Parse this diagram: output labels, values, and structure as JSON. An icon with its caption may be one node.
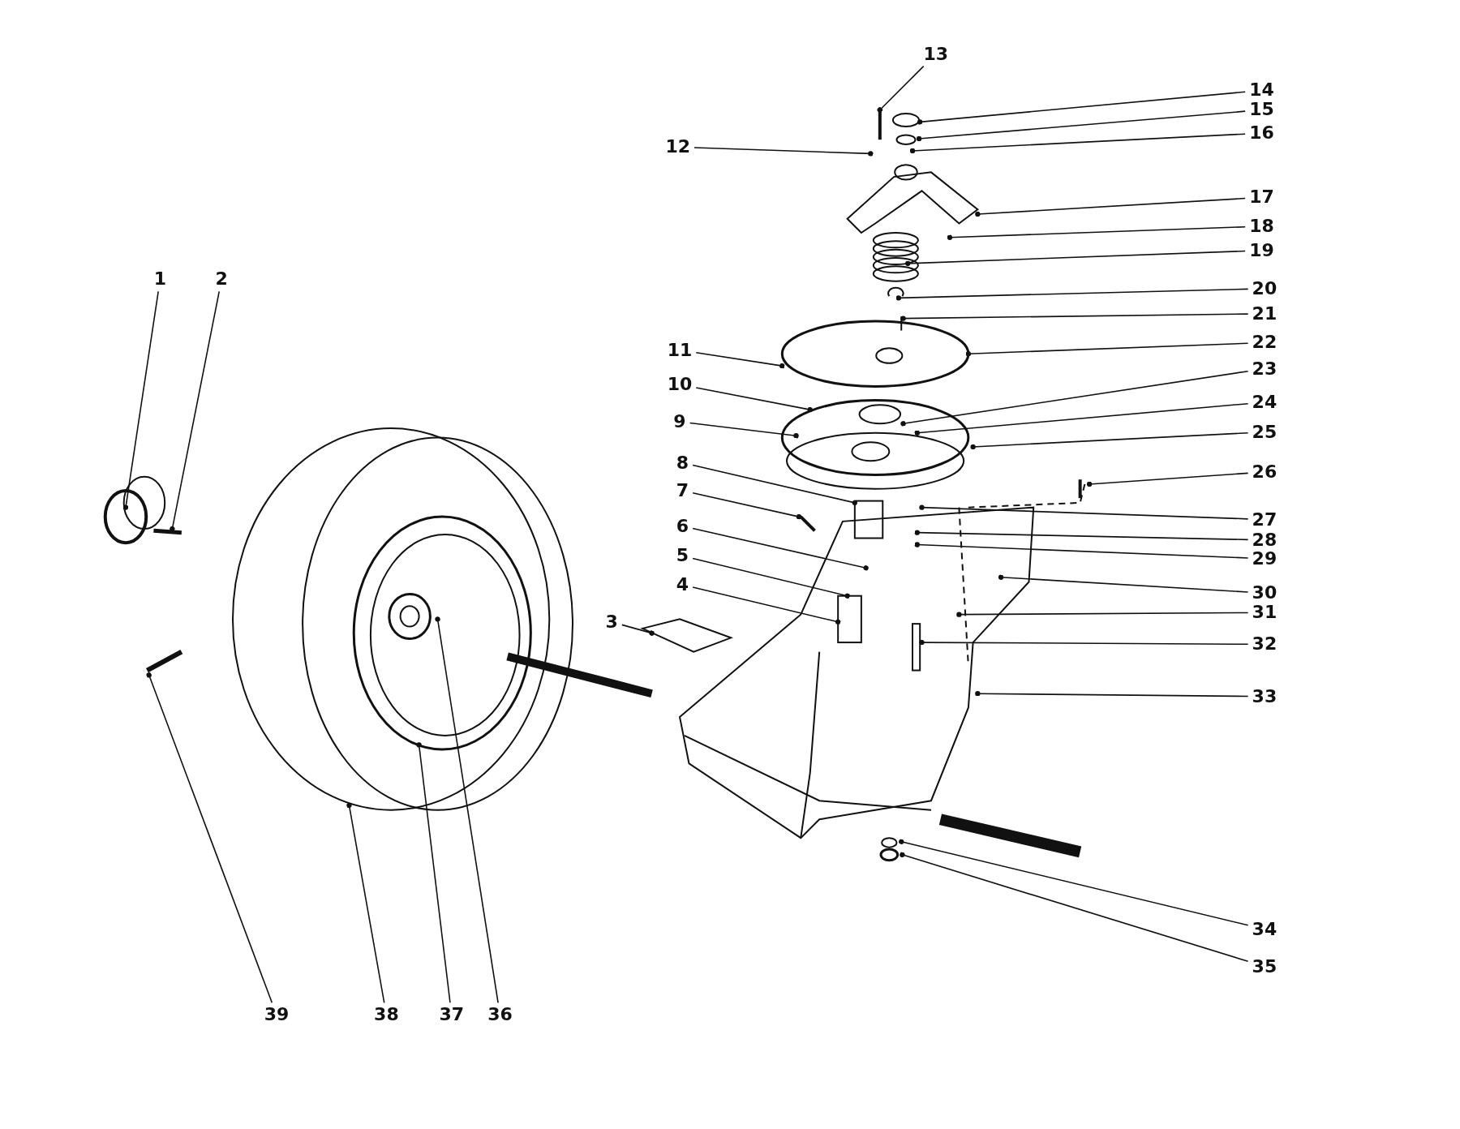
{
  "diagram": {
    "nodes": [
      {
        "text": [
          "1"
        ]
      },
      {
        "text": [
          "2"
        ]
      },
      {
        "text": [
          "3"
        ]
      },
      {
        "text": [
          "4"
        ]
      },
      {
        "text": [
          "5"
        ]
      },
      {
        "text": [
          "6"
        ]
      },
      {
        "text": [
          "7"
        ]
      },
      {
        "text": [
          "8"
        ]
      },
      {
        "text": [
          "9"
        ]
      },
      {
        "text": [
          "10"
        ]
      },
      {
        "text": [
          "11"
        ]
      },
      {
        "text": [
          "12"
        ]
      },
      {
        "text": [
          "13"
        ]
      },
      {
        "text": [
          "14"
        ]
      },
      {
        "text": [
          "15"
        ]
      },
      {
        "text": [
          "16"
        ]
      },
      {
        "text": [
          "17"
        ]
      },
      {
        "text": [
          "18"
        ]
      },
      {
        "text": [
          "19"
        ]
      },
      {
        "text": [
          "20"
        ]
      },
      {
        "text": [
          "21"
        ]
      },
      {
        "text": [
          "22"
        ]
      },
      {
        "text": [
          "23"
        ]
      },
      {
        "text": [
          "24"
        ]
      },
      {
        "text": [
          "25"
        ]
      },
      {
        "text": [
          "26"
        ]
      },
      {
        "text": [
          "27"
        ]
      },
      {
        "text": [
          "28"
        ]
      },
      {
        "text": [
          "29"
        ]
      },
      {
        "text": [
          "30"
        ]
      },
      {
        "text": [
          "31"
        ]
      },
      {
        "text": [
          "32"
        ]
      },
      {
        "text": [
          "33"
        ]
      },
      {
        "text": [
          "34"
        ]
      },
      {
        "text": [
          "35"
        ]
      },
      {
        "text": [
          "36"
        ]
      },
      {
        "text": [
          "37"
        ]
      },
      {
        "text": [
          "38"
        ]
      },
      {
        "text": [
          "39"
        ]
      }
    ],
    "edges": [
      {
        "from": 0,
        "to": null,
        "arrow": "other"
      },
      {
        "from": 1,
        "to": null,
        "arrow": "other"
      },
      {
        "from": 2,
        "to": null,
        "arrow": "other"
      },
      {
        "from": 3,
        "to": null,
        "arrow": "other"
      },
      {
        "from": 4,
        "to": null,
        "arrow": "other"
      },
      {
        "from": 5,
        "to": null,
        "arrow": "other"
      },
      {
        "from": 6,
        "to": null,
        "arrow": "other"
      },
      {
        "from": 7,
        "to": null,
        "arrow": "other"
      },
      {
        "from": 8,
        "to": null,
        "arrow": "other"
      },
      {
        "from": 9,
        "to": null,
        "arrow": "other"
      },
      {
        "from": 10,
        "to": null,
        "arrow": "other"
      },
      {
        "from": 11,
        "to": null,
        "arrow": "other"
      },
      {
        "from": 12,
        "to": null,
        "arrow": "other"
      },
      {
        "from": 13,
        "to": null,
        "arrow": "other"
      },
      {
        "from": 14,
        "to": null,
        "arrow": "other"
      },
      {
        "from": 15,
        "to": null,
        "arrow": "other"
      },
      {
        "from": 16,
        "to": null,
        "arrow": "other"
      },
      {
        "from": 17,
        "to": null,
        "arrow": "other"
      },
      {
        "from": 18,
        "to": null,
        "arrow": "other"
      },
      {
        "from": 19,
        "to": null,
        "arrow": "other"
      },
      {
        "from": 20,
        "to": null,
        "arrow": "other"
      },
      {
        "from": 21,
        "to": null,
        "arrow": "other"
      },
      {
        "from": 22,
        "to": null,
        "arrow": "other"
      },
      {
        "from": 23,
        "to": null,
        "arrow": "other"
      },
      {
        "from": 24,
        "to": null,
        "arrow": "other"
      },
      {
        "from": 25,
        "to": null,
        "arrow": "other"
      },
      {
        "from": 26,
        "to": null,
        "arrow": "other"
      },
      {
        "from": 27,
        "to": null,
        "arrow": "other"
      },
      {
        "from": 28,
        "to": null,
        "arrow": "other"
      },
      {
        "from": 29,
        "to": null,
        "arrow": "other"
      },
      {
        "from": 30,
        "to": null,
        "arrow": "other"
      },
      {
        "from": 31,
        "to": null,
        "arrow": "other"
      },
      {
        "from": 32,
        "to": null,
        "arrow": "other"
      },
      {
        "from": 33,
        "to": null,
        "arrow": "other"
      },
      {
        "from": 34,
        "to": null,
        "arrow": "other"
      },
      {
        "from": 35,
        "to": null,
        "arrow": "other"
      },
      {
        "from": 36,
        "to": null,
        "arrow": "other"
      },
      {
        "from": 37,
        "to": null,
        "arrow": "other"
      },
      {
        "from": 38,
        "to": null,
        "arrow": "other"
      }
    ]
  }
}
